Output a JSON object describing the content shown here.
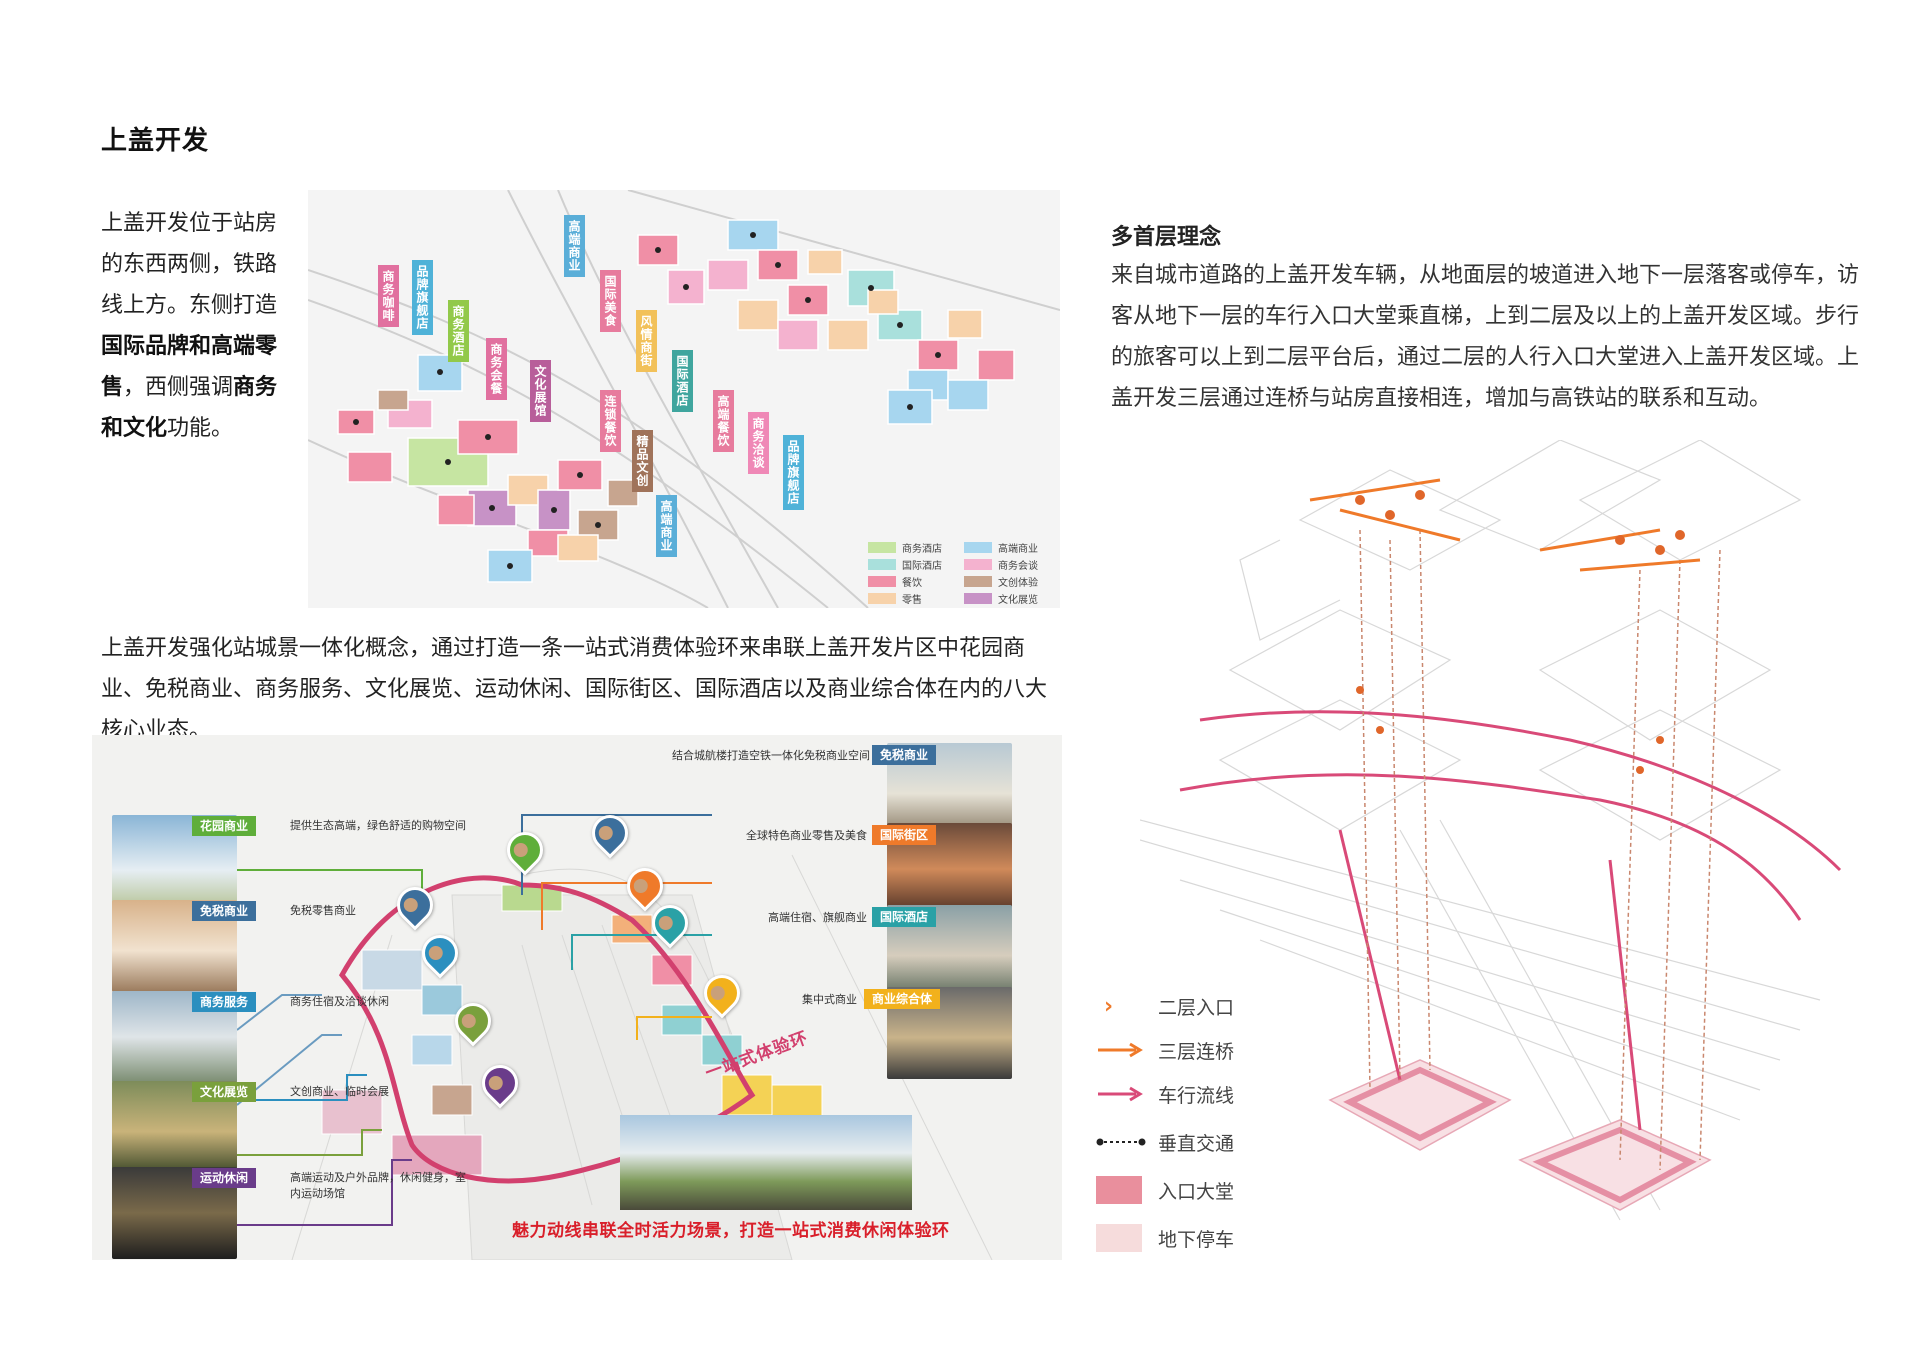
{
  "page": {
    "title": "上盖开发",
    "intro": [
      {
        "text": "上盖开发位于站房的东西两侧，铁路线上方。东侧打造",
        "bold": false
      },
      {
        "text": "国际品牌和高端零售",
        "bold": true
      },
      {
        "text": "，西侧强调",
        "bold": false
      },
      {
        "text": "商务和文化",
        "bold": true
      },
      {
        "text": "功能。",
        "bold": false
      }
    ],
    "paragraph2": "上盖开发强化站城景一体化概念，通过打造一条一站式消费体验环来串联上盖开发片区中花园商业、免税商业、商务服务、文化展览、运动休闲、国际街区、国际酒店以及商业综合体在内的八大核心业态。"
  },
  "function_map": {
    "labels": [
      {
        "text": "商务咖啡",
        "color": "#e1709f"
      },
      {
        "text": "品牌旗舰店",
        "color": "#4fb2d8"
      },
      {
        "text": "商务酒店",
        "color": "#92c94a"
      },
      {
        "text": "商务会餐",
        "color": "#e1709f"
      },
      {
        "text": "文化展馆",
        "color": "#b85e9a"
      },
      {
        "text": "高端商业",
        "color": "#5aaed8"
      },
      {
        "text": "国际美食",
        "color": "#e77b9d"
      },
      {
        "text": "连锁餐饮",
        "color": "#e77b9d"
      },
      {
        "text": "风情商街",
        "color": "#f2c15a"
      },
      {
        "text": "国际酒店",
        "color": "#3fa59e"
      },
      {
        "text": "精品文创",
        "color": "#a0735a"
      },
      {
        "text": "高端餐饮",
        "color": "#e77b9d"
      },
      {
        "text": "商务洽谈",
        "color": "#ef88b6"
      },
      {
        "text": "品牌旗舰店",
        "color": "#4fb2d8"
      },
      {
        "text": "高端商业",
        "color": "#5aaed8"
      }
    ],
    "legend": [
      {
        "text": "商务酒店",
        "color": "#c6e5a2"
      },
      {
        "text": "高端商业",
        "color": "#a7d6ef"
      },
      {
        "text": "国际酒店",
        "color": "#a9e0dc"
      },
      {
        "text": "商务会谈",
        "color": "#f4b2cf"
      },
      {
        "text": "餐饮",
        "color": "#f08fa6"
      },
      {
        "text": "文创体验",
        "color": "#c7a58f"
      },
      {
        "text": "零售",
        "color": "#f7d2aa"
      },
      {
        "text": "文化展览",
        "color": "#c792c6"
      }
    ]
  },
  "ring_map": {
    "categories": [
      {
        "tag": "花园商业",
        "desc": "提供生态高端，绿色舒适的购物空间",
        "color": "#5fae3a"
      },
      {
        "tag": "免税商业",
        "desc": "免税零售商业",
        "color": "#3c6f9c"
      },
      {
        "tag": "商务服务",
        "desc": "商务住宿及洽谈休闲",
        "color": "#2b8fbf"
      },
      {
        "tag": "文化展览",
        "desc": "文创商业、临时会展",
        "color": "#7aa03c"
      },
      {
        "tag": "运动休闲",
        "desc": "高端运动及户外品牌，休闲健身，室内运动场馆",
        "color": "#6a3c8a"
      },
      {
        "tag": "免税商业",
        "desc": "结合城航楼打造空铁一体化免税商业空间",
        "color": "#3c6f9c"
      },
      {
        "tag": "国际街区",
        "desc": "全球特色商业零售及美食",
        "color": "#ef7a2a"
      },
      {
        "tag": "国际酒店",
        "desc": "高端住宿、旗舰商业",
        "color": "#2aa1a6"
      },
      {
        "tag": "商业综合体",
        "desc": "集中式商业",
        "color": "#f2b11c"
      }
    ],
    "ring_label": "一站式体验环",
    "slogan": "魅力动线串联全时活力场景，打造一站式消费休闲体验环"
  },
  "concept": {
    "title": "多首层理念",
    "text": "来自城市道路的上盖开发车辆，从地面层的坡道进入地下一层落客或停车，访客从地下一层的车行入口大堂乘直梯，上到二层及以上的上盖开发区域。步行的旅客可以上到二层平台后，通过二层的人行入口大堂进入上盖开发区域。上盖开发三层通过连桥与站房直接相连，增加与高铁站的联系和互动。"
  },
  "iso_legend": [
    {
      "label": "二层入口",
      "symbol": "chevron",
      "color": "#ef7a2a"
    },
    {
      "label": "三层连桥",
      "symbol": "arrow",
      "color": "#ef7a2a"
    },
    {
      "label": "车行流线",
      "symbol": "arrow",
      "color": "#d94a78"
    },
    {
      "label": "垂直交通",
      "symbol": "dotted",
      "color": "#222222"
    },
    {
      "label": "入口大堂",
      "symbol": "box",
      "color": "#e98f9d"
    },
    {
      "label": "地下停车",
      "symbol": "box",
      "color": "#f6dcdc"
    }
  ]
}
